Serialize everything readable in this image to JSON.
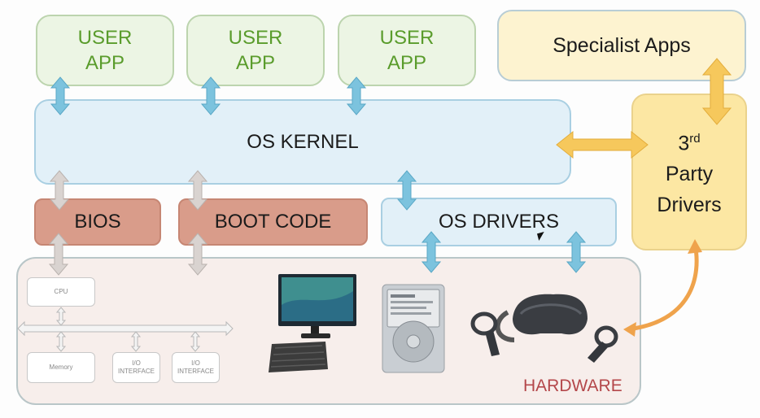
{
  "user_apps": [
    {
      "line1": "USER",
      "line2": "APP"
    },
    {
      "line1": "USER",
      "line2": "APP"
    },
    {
      "line1": "USER",
      "line2": "APP"
    }
  ],
  "specialist_apps": "Specialist Apps",
  "kernel": "OS KERNEL",
  "bios": "BIOS",
  "boot_code": "BOOT CODE",
  "os_drivers": "OS DRIVERS",
  "third_party": {
    "num": "3",
    "sup": "rd",
    "line2": "Party",
    "line3": "Drivers"
  },
  "hardware": {
    "label": "HARDWARE",
    "cpu": "CPU",
    "memory": "Memory",
    "io1": [
      "I/O",
      "INTERFACE"
    ],
    "io2": [
      "I/O",
      "INTERFACE"
    ]
  },
  "colors": {
    "blue_arrow": "#7cc3de",
    "gray_arrow": "#cfc9c6",
    "gold_arrow": "#f4c65a",
    "orange_curve": "#efa34c",
    "hardware_label": "#b4474a",
    "user_app_text": "#5a9c2c"
  }
}
